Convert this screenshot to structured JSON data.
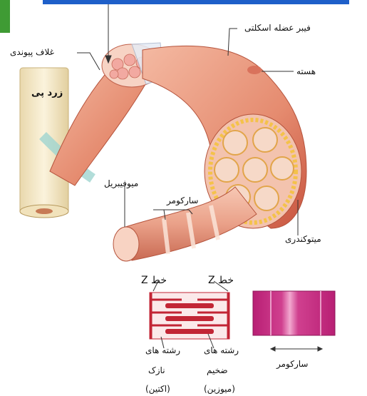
{
  "labels": {
    "skeletal_muscle_fiber": "فیبر عضله اسکلتی",
    "connective_sheath": "غلاف پیوندی",
    "nucleus": "هسته",
    "tendon": "زرد پی",
    "myofibril": "میوفیبریل",
    "sarcomere_top": "سارکومر",
    "mitochondria": "میتوکندری",
    "z_line_left": "خط Z",
    "z_line_right": "خط Z",
    "thin_filaments_1": "رشته های",
    "thin_filaments_2": "نازک",
    "thin_filaments_3": "(اکتین)",
    "thick_filaments_1": "رشته های",
    "thick_filaments_2": "ضخیم",
    "thick_filaments_3": "(میوزین)",
    "sarcomere_bottom": "سارکومر"
  },
  "colors": {
    "muscle": "#e9967a",
    "muscle_dark": "#c8543f",
    "fibril_fill": "#f3c3ae",
    "sarcoplasmic_reticulum": "#f4c24a",
    "tendon": "#f3e7c6",
    "filament_red": "#c22535",
    "micrograph": "#c8287f",
    "accent_bar": "#1e5fc9",
    "green_corner": "#3f9b34"
  }
}
